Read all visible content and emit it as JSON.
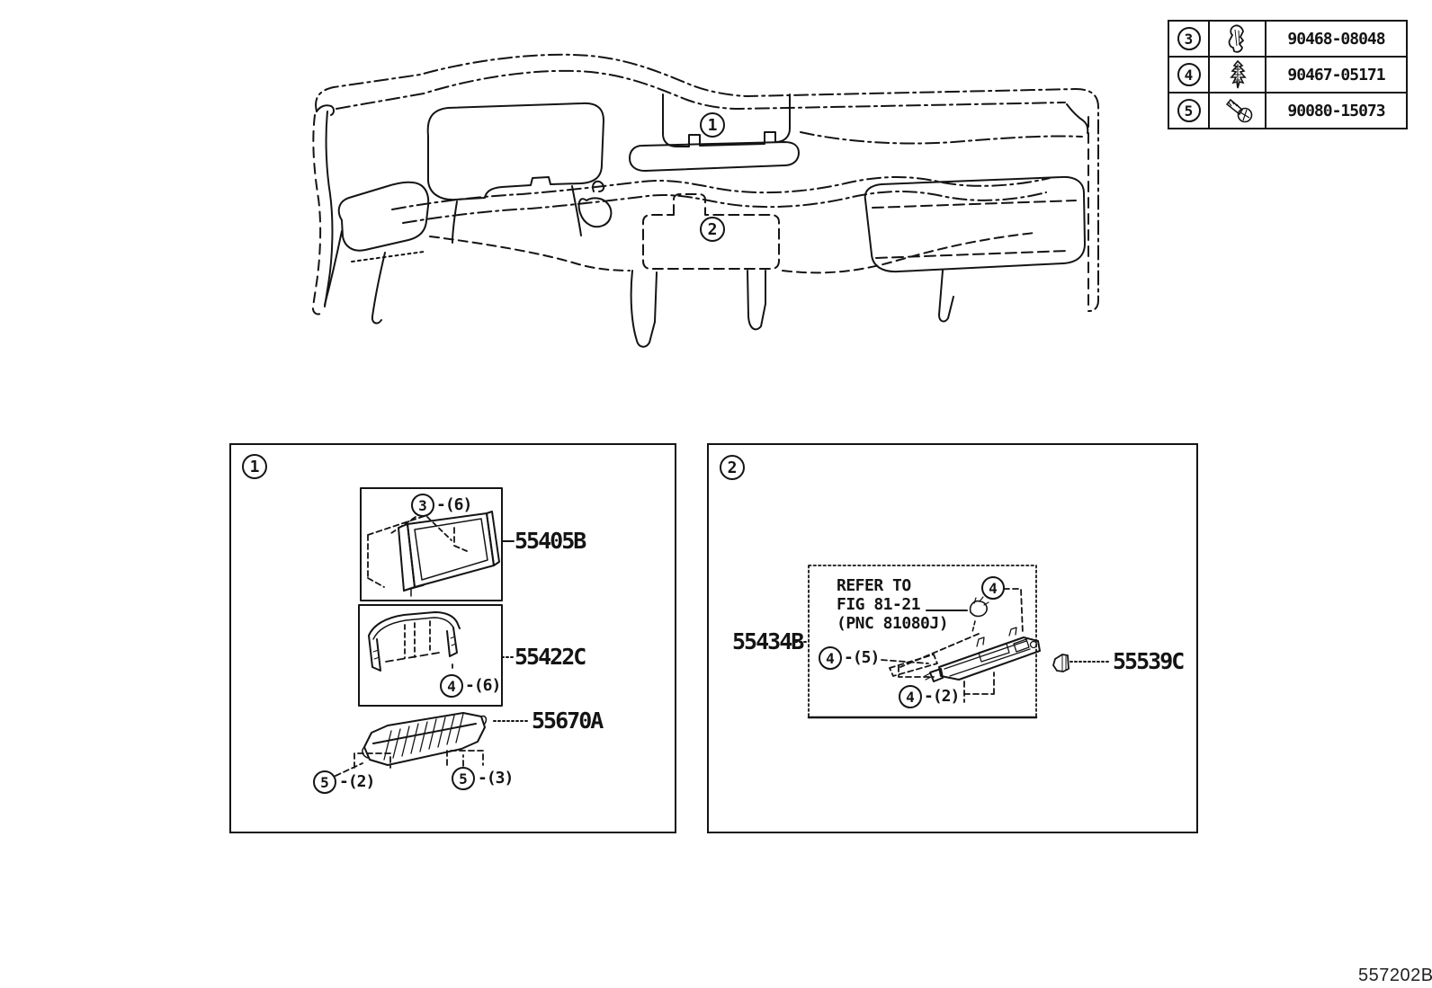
{
  "footer": {
    "drawing_number": "557202B"
  },
  "fastener_table": {
    "rows": [
      {
        "ref": "3",
        "icon": "clip-a-icon",
        "part_number": "90468-08048"
      },
      {
        "ref": "4",
        "icon": "clip-b-icon",
        "part_number": "90467-05171"
      },
      {
        "ref": "5",
        "icon": "screw-icon",
        "part_number": "90080-15073"
      }
    ]
  },
  "main_diagram": {
    "callouts": {
      "one": "1",
      "two": "2"
    }
  },
  "box1": {
    "ref": "1",
    "monitor": {
      "label": "55405B",
      "callout_ref": "3",
      "callout_qty": "-(6)"
    },
    "trim": {
      "label": "55422C",
      "callout_ref": "4",
      "callout_qty": "-(6)"
    },
    "vent": {
      "label": "55670A",
      "callout_left_ref": "5",
      "callout_left_qty": "-(2)",
      "callout_right_ref": "5",
      "callout_right_qty": "-(3)"
    }
  },
  "box2": {
    "ref": "2",
    "note": {
      "line1": "REFER TO",
      "line2": "FIG 81-21",
      "line3": "(PNC 81080J)"
    },
    "panel": {
      "label": "55434B"
    },
    "clip": {
      "label": "55539C"
    },
    "callout_top_ref": "4",
    "callout_mid_ref": "4",
    "callout_mid_qty": "-(5)",
    "callout_bottom_ref": "4",
    "callout_bottom_qty": "-(2)"
  }
}
